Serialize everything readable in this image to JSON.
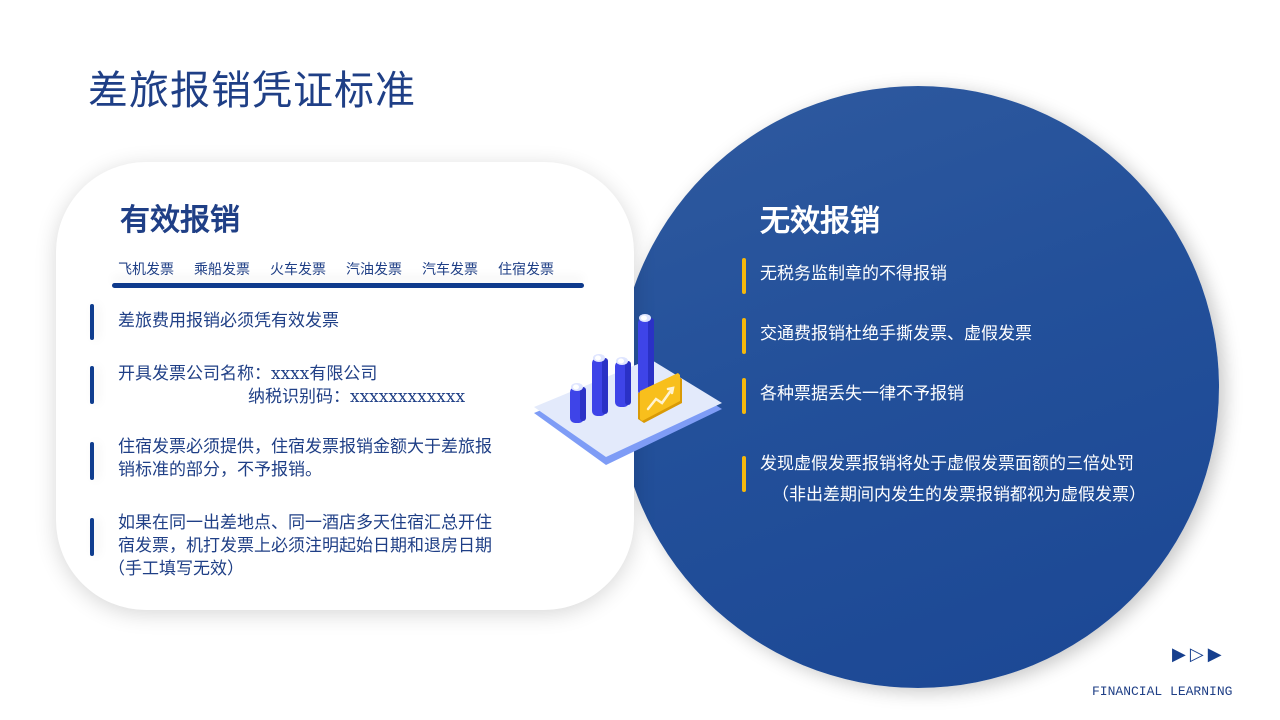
{
  "page": {
    "title": "差旅报销凭证标准"
  },
  "valid": {
    "heading": "有效报销",
    "invoice_types": [
      "飞机发票",
      "乘船发票",
      "火车发票",
      "汽油发票",
      "汽车发票",
      "住宿发票"
    ],
    "items": [
      {
        "lines": [
          "差旅费用报销必须凭有效发票"
        ]
      },
      {
        "lines": [
          "开具发票公司名称：xxxx有限公司",
          "纳税识别码：xxxxxxxxxxxx"
        ]
      },
      {
        "lines": [
          "住宿发票必须提供，住宿发票报销金额大于差旅报",
          "销标准的部分，不予报销。"
        ]
      },
      {
        "lines": [
          "如果在同一出差地点、同一酒店多天住宿汇总开住",
          "宿发票，机打发票上必须注明起始日期和退房日期",
          "（手工填写无效）"
        ]
      }
    ]
  },
  "invalid": {
    "heading": "无效报销",
    "items": [
      {
        "text": "无税务监制章的不得报销"
      },
      {
        "text": "交通费报销杜绝手撕发票、虚假发票"
      },
      {
        "text": "各种票据丢失一律不予报销"
      },
      {
        "text": "发现虚假发票报销将处于虚假发票面额的三倍处罚",
        "sub": "（非出差期间内发生的发票报销都视为虚假发票）"
      }
    ]
  },
  "footer": {
    "arrows": [
      "▶",
      "▷",
      "▶"
    ],
    "brand": "FINANCIAL LEARNING"
  },
  "colors": {
    "primary": "#1f3f86",
    "circle": "#23509a",
    "accent": "#f5b80c",
    "bar_blue": "#4046f0"
  }
}
